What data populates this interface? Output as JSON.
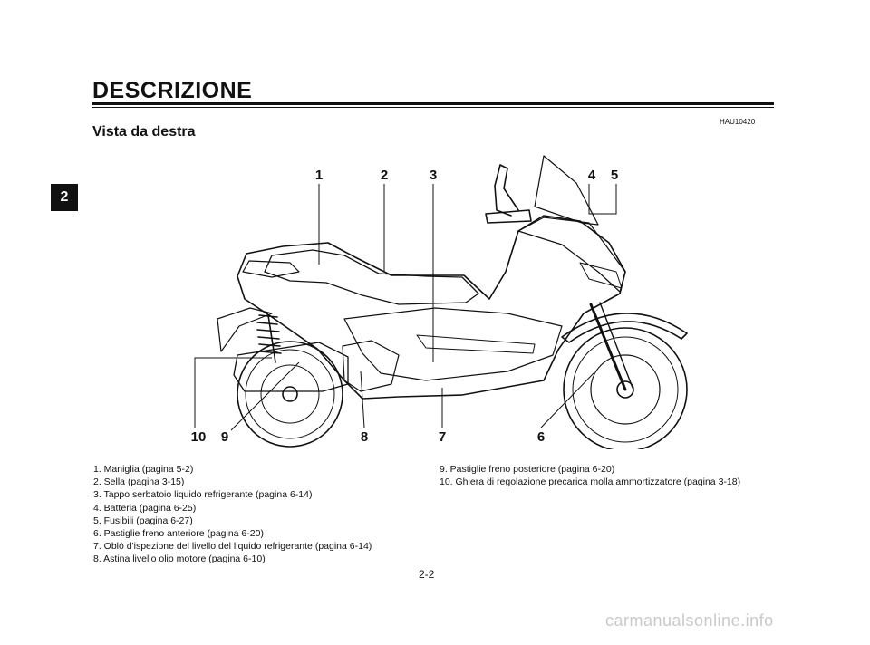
{
  "header": {
    "section_title": "DESCRIZIONE",
    "chapter_tab": "2",
    "code": "HAU10420",
    "subtitle": "Vista da destra"
  },
  "callouts": [
    "1",
    "2",
    "3",
    "4",
    "5",
    "6",
    "7",
    "8",
    "9",
    "10"
  ],
  "legend_left": [
    "1. Maniglia (pagina 5-2)",
    "2. Sella (pagina 3-15)",
    "3. Tappo serbatoio liquido refrigerante (pagina 6-14)",
    "4. Batteria (pagina 6-25)",
    "5. Fusibili (pagina 6-27)",
    "6. Pastiglie freno anteriore (pagina 6-20)",
    "7. Oblò d'ispezione del livello del liquido refrigerante (pagina 6-14)",
    "8. Astina livello olio motore (pagina 6-10)"
  ],
  "legend_right": [
    "9. Pastiglie freno posteriore (pagina 6-20)",
    "10. Ghiera di regolazione precarica molla ammortizzatore (pagina 3-18)"
  ],
  "footer": {
    "page_number": "2-2",
    "watermark": "carmanualsonline.info"
  }
}
